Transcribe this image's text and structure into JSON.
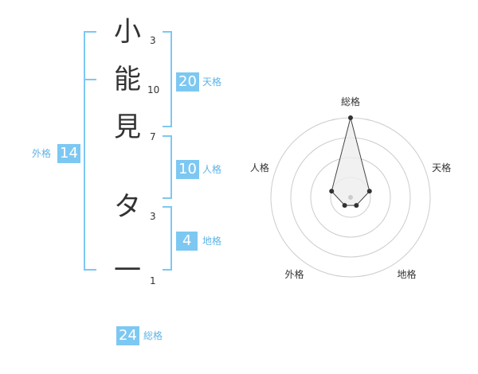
{
  "name": {
    "chars": [
      {
        "char": "小",
        "strokes": "3"
      },
      {
        "char": "能",
        "strokes": "10"
      },
      {
        "char": "見",
        "strokes": "7"
      },
      {
        "char": "タ",
        "strokes": "3"
      },
      {
        "char": "一",
        "strokes": "1"
      }
    ]
  },
  "kaku": {
    "ten": {
      "label": "天格",
      "value": "20"
    },
    "jin": {
      "label": "人格",
      "value": "10"
    },
    "chi": {
      "label": "地格",
      "value": "4"
    },
    "gai": {
      "label": "外格",
      "value": "14"
    },
    "so": {
      "label": "総格",
      "value": "24"
    }
  },
  "colors": {
    "accent": "#7dc8f2",
    "text": "#333333"
  },
  "chart_data": {
    "type": "radar",
    "axes": [
      "総格",
      "天格",
      "地格",
      "外格",
      "人格"
    ],
    "values": [
      4,
      1,
      0.5,
      0.5,
      1
    ],
    "max": 4,
    "rings": 4
  }
}
